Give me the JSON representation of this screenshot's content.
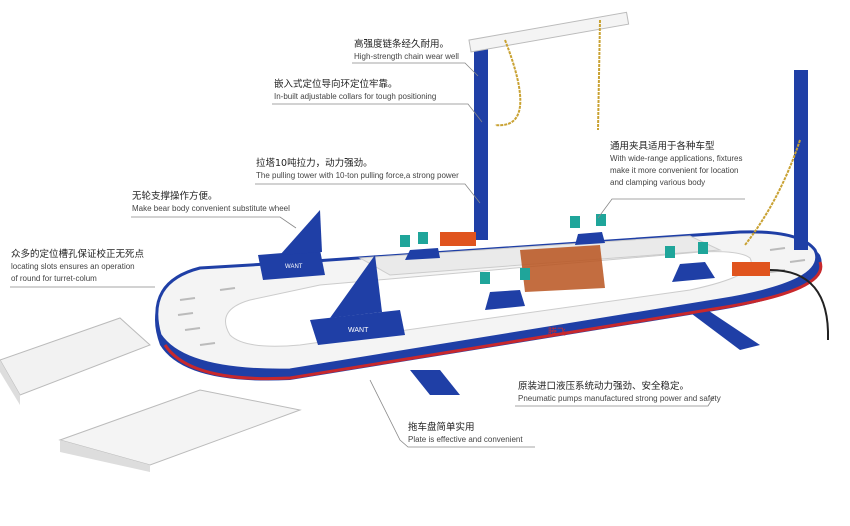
{
  "annotations": [
    {
      "zh": "高强度链条经久耐用。",
      "en": [
        "High-strength chain wear well"
      ]
    },
    {
      "zh": "嵌入式定位导向环定位牢靠。",
      "en": [
        "In-built adjustable collars for tough positioning"
      ]
    },
    {
      "zh": "拉塔10吨拉力，动力强劲。",
      "en": [
        "The pulling tower with 10-ton pulling force,a strong power"
      ]
    },
    {
      "zh": "无轮支撑操作方便。",
      "en": [
        "Make bear body convenient substitute wheel"
      ]
    },
    {
      "zh": "众多的定位槽孔保证校正无死点",
      "en": [
        "locating slots ensures an operation",
        "of round for turret-colum"
      ]
    },
    {
      "zh": "通用夹具适用于各种车型",
      "en": [
        "With wide-range applications, fixtures",
        "make it more convenient for location",
        "and clamping various body"
      ]
    },
    {
      "zh": "原装进口液压系统动力强劲、安全稳定。",
      "en": [
        "Pneumatic pumps manufactured strong power and safety"
      ]
    },
    {
      "zh": "拖车盘简单实用",
      "en": [
        "Plate is effective and convenient"
      ]
    }
  ],
  "branding": {
    "clamp_label": "WANT",
    "logo_text": "腾飞"
  },
  "colors": {
    "frame_blue": "#1f3fa6",
    "track_white": "#f4f4f4",
    "stripe_red": "#c8282c",
    "clamp_teal": "#1fa59a",
    "pump_orange": "#e0541e"
  }
}
